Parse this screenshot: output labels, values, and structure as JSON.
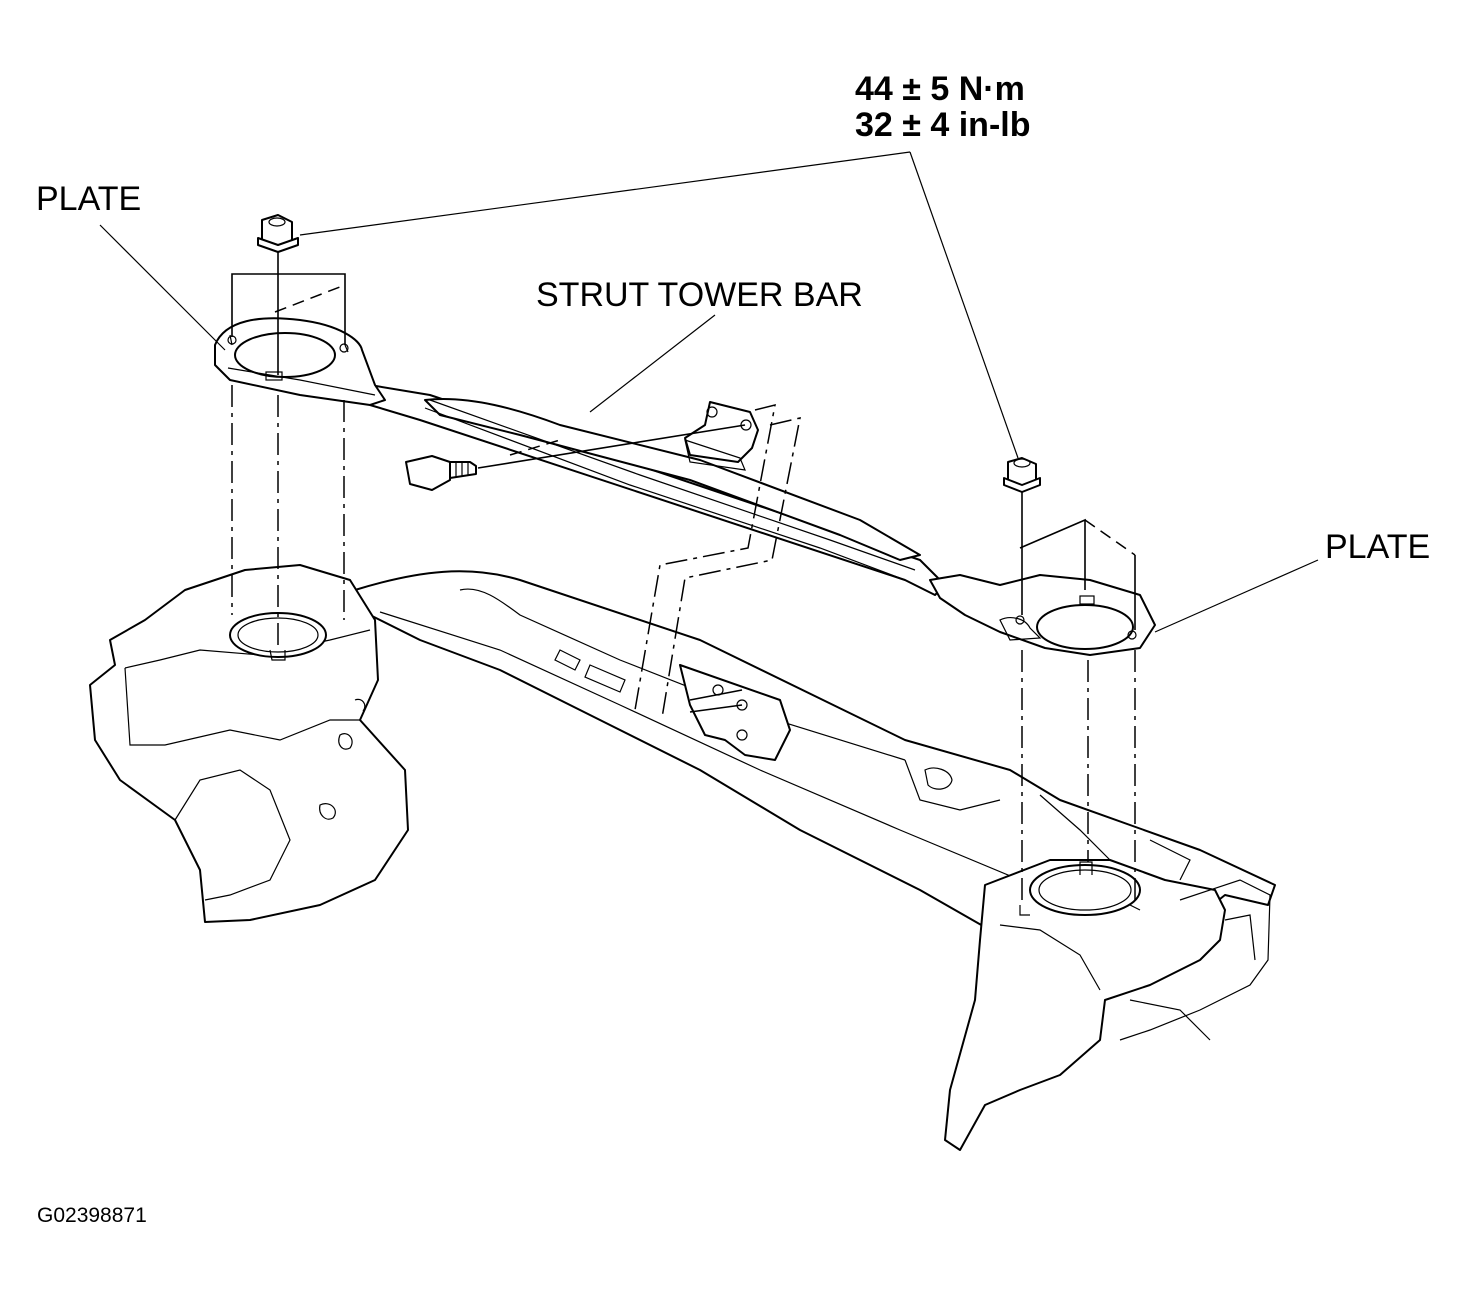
{
  "diagram": {
    "labels": {
      "plate_left": "PLATE",
      "plate_right": "PLATE",
      "strut_tower_bar": "STRUT TOWER BAR",
      "torque_metric": "44 ± 5 N·m",
      "torque_imperial": "32 ± 4 in-lb"
    },
    "figure_id": "G02398871"
  },
  "colors": {
    "line": "#000000",
    "background": "#ffffff"
  }
}
